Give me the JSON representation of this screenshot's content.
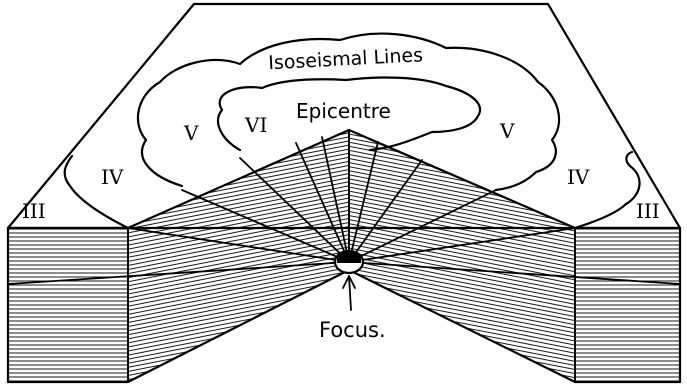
{
  "labels": {
    "title": "Isoseismal Lines",
    "epicentre": "Epicentre",
    "focus": "Focus.",
    "zone_vi": "VI",
    "zone_v_left": "V",
    "zone_v_right": "V",
    "zone_iv_left": "IV",
    "zone_iv_right": "IV",
    "zone_iii_left": "III",
    "zone_iii_right": "III"
  },
  "colors": {
    "ink": "#000000",
    "paper": "#ffffff"
  }
}
